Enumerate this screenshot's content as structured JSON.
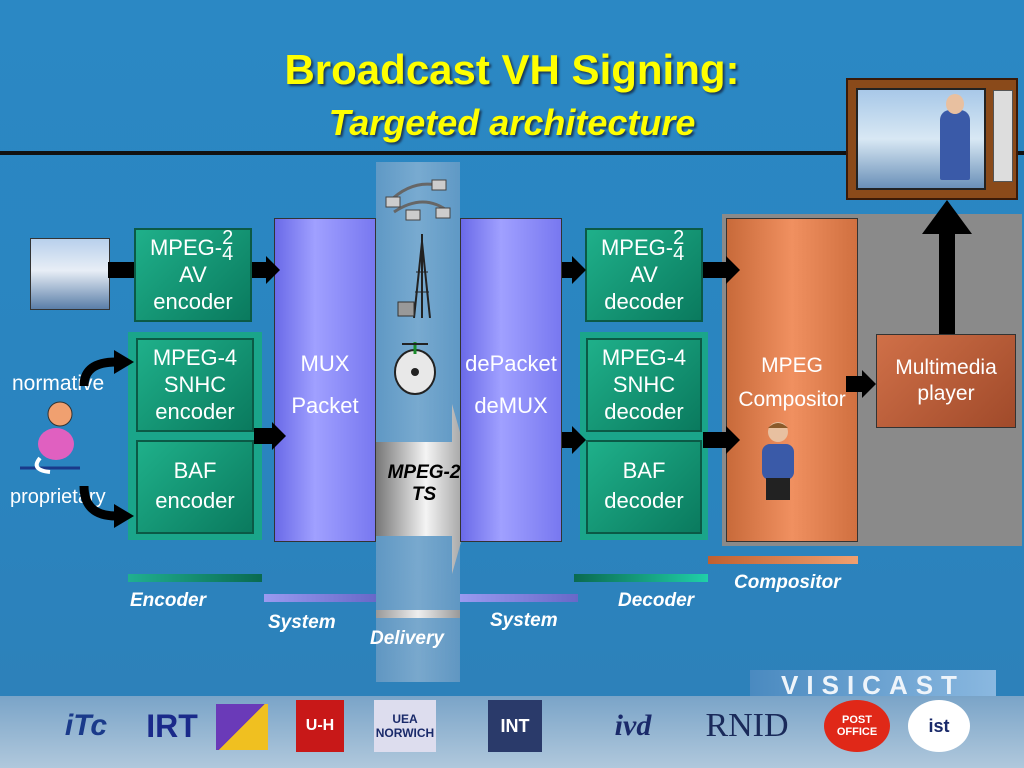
{
  "title": "Broadcast VH Signing:",
  "subtitle": "Targeted architecture",
  "encoder_av": {
    "line1": "MPEG-",
    "sup_top": "2",
    "sup_bot": "4",
    "line2": "AV",
    "line3": "encoder"
  },
  "decoder_av": {
    "line1": "MPEG-",
    "sup_top": "2",
    "sup_bot": "4",
    "line2": "AV",
    "line3": "decoder"
  },
  "snhc_enc": {
    "line1": "MPEG-4",
    "line2": "SNHC",
    "line3": "encoder"
  },
  "snhc_dec": {
    "line1": "MPEG-4",
    "line2": "SNHC",
    "line3": "decoder"
  },
  "baf_enc": {
    "line1": "BAF",
    "line2": "encoder"
  },
  "baf_dec": {
    "line1": "BAF",
    "line2": "decoder"
  },
  "mux": {
    "line1": "MUX",
    "line2": "Packet"
  },
  "demux": {
    "line1": "dePacket",
    "line2": "deMUX"
  },
  "compositor": {
    "line1": "MPEG",
    "line2": "Compositor"
  },
  "player": {
    "line1": "Multimedia",
    "line2": "player"
  },
  "ts": {
    "line1": "MPEG-2",
    "line2": "TS"
  },
  "input_labels": {
    "normative": "normative",
    "proprietary": "proprietary"
  },
  "captions": {
    "encoder": "Encoder",
    "system1": "System",
    "delivery": "Delivery",
    "system2": "System",
    "decoder": "Decoder",
    "compositor": "Compositor"
  },
  "footer": {
    "brand": "VISICAST",
    "logos": [
      "iTc",
      "IRT",
      "U-H",
      "UEA NORWICH",
      "INT",
      "ivd",
      "RNID",
      "POST OFFICE",
      "ist"
    ]
  },
  "colors": {
    "title": "#ffff00",
    "encoder_bar": "#20b090",
    "system_bar": "#8a8ae8",
    "compositor_bar": "#e08050"
  }
}
